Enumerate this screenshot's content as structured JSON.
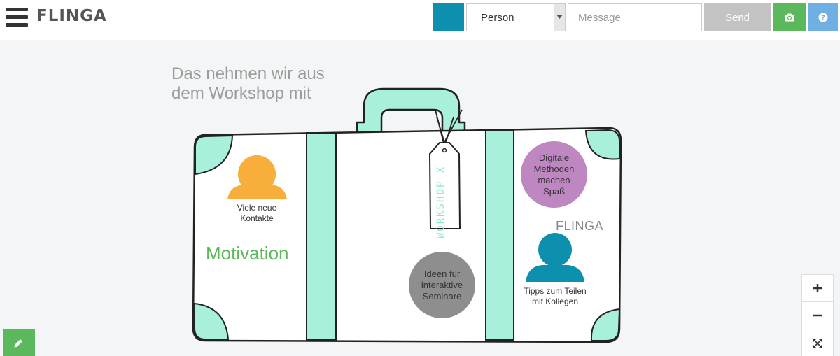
{
  "app": {
    "logo": "FLINGA"
  },
  "toolbar": {
    "swatch_color": "#0c90ad",
    "person_value": "Person",
    "message_placeholder": "Message",
    "send_label": "Send",
    "camera_icon": "camera-icon",
    "help_icon": "question-icon"
  },
  "board": {
    "headline": [
      "Das nehmen wir aus",
      "dem Workshop mit"
    ],
    "tag": "WORKSHOP X",
    "contacts_label": [
      "Viele neue",
      "Kontakte"
    ],
    "motivation": "Motivation",
    "bubble_digital": [
      "Digitale",
      "Methoden",
      "machen",
      "Spaß"
    ],
    "brand": "FLINGA",
    "share_label": [
      "Tipps zum Teilen",
      "mit Kollegen"
    ],
    "bubble_ideas": [
      "Ideen für",
      "interaktive",
      "Seminare"
    ]
  },
  "colors": {
    "mint": "#a8f0dc",
    "orange": "#f7ae3a",
    "teal": "#0c90ad",
    "purple": "#bf87c2",
    "gray": "#8e8e8e",
    "green": "#5cb85c",
    "blue": "#6eb0e3"
  },
  "controls": {
    "zoom_in_icon": "plus-icon",
    "zoom_out_icon": "minus-icon",
    "fullscreen_icon": "expand-icon",
    "edit_icon": "pencil-icon"
  }
}
